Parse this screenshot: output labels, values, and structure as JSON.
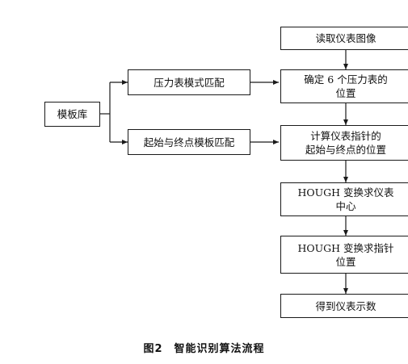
{
  "nodes": {
    "read_meter": "读取仪表图像",
    "locate_gauges": "确定 6 个压力表的\n位置",
    "calc_pointer": "计算仪表指针的\n起始与终点的位置",
    "hough_center": "HOUGH 变换求仪表\n中心",
    "hough_pointer": "HOUGH 变换求指针\n位置",
    "get_reading": "得到仪表示数",
    "template_lib": "模板库",
    "gauge_pattern_match": "压力表模式匹配",
    "start_end_template_match": "起始与终点模板匹配"
  },
  "caption": "图2　智能识别算法流程",
  "colors": {
    "stroke": "#1a1a1a",
    "text": "#111111",
    "background": "#ffffff"
  }
}
